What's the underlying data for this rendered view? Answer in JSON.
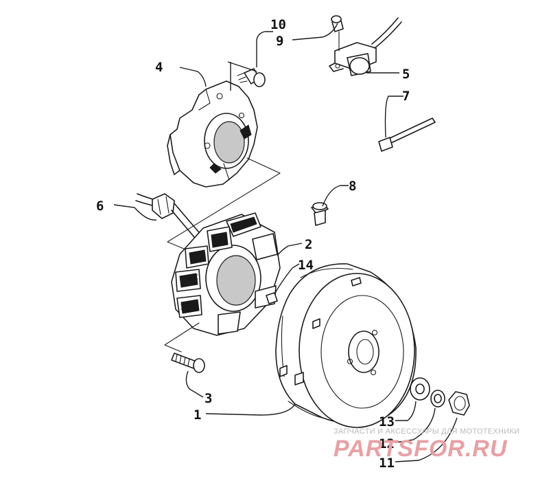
{
  "diagram": {
    "callouts": [
      "1",
      "2",
      "3",
      "4",
      "5",
      "6",
      "7",
      "8",
      "9",
      "10",
      "11",
      "12",
      "13",
      "14"
    ]
  },
  "watermark": {
    "tagline": "ЗАПЧАСТИ И АКСЕССУАРЫ ДЛЯ МОТОТЕХНИКИ",
    "logo_text": "PARTSFOR.RU",
    "logo_color": "#e9a0a3"
  }
}
